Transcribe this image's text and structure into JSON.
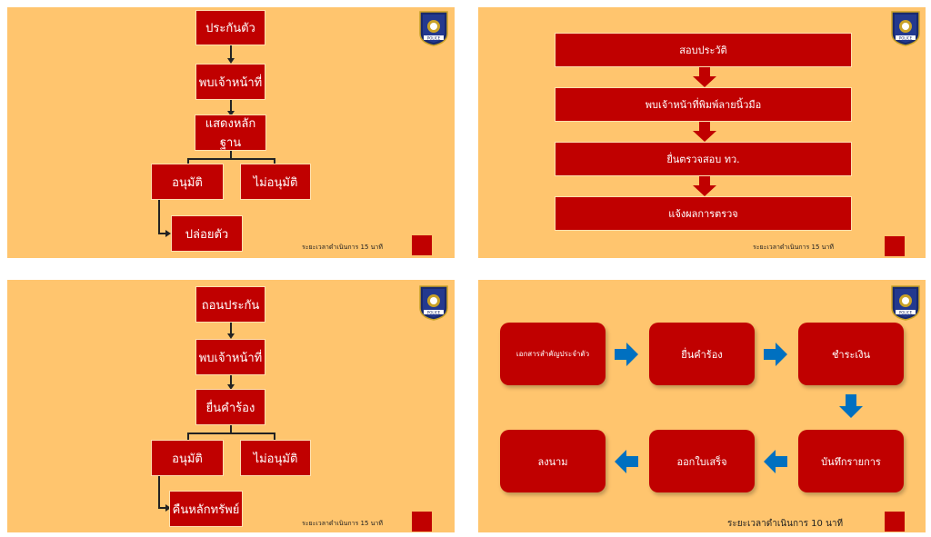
{
  "slide1": {
    "step1": "ประกันตัว",
    "step2": "พบเจ้าหน้าที่",
    "step3": "แสดงหลักฐาน",
    "approve": "อนุมัติ",
    "reject": "ไม่อนุมัติ",
    "result": "ปล่อยตัว",
    "footer": "ระยะเวลาดำเนินการ 15 นาที"
  },
  "slide2": {
    "step1": "สอบประวัติ",
    "step2": "พบเจ้าหน้าที่พิมพ์ลายนิ้วมือ",
    "step3": "ยื่นตรวจสอบ ทว.",
    "step4": "แจ้งผลการตรวจ",
    "footer": "ระยะเวลาดำเนินการ 15 นาที"
  },
  "slide3": {
    "step1": "ถอนประกัน",
    "step2": "พบเจ้าหน้าที่",
    "step3": "ยื่นคำร้อง",
    "approve": "อนุมัติ",
    "reject": "ไม่อนุมัติ",
    "result": "คืนหลักทรัพย์",
    "footer": "ระยะเวลาดำเนินการ 15 นาที"
  },
  "slide4": {
    "step1": "เอกสารสำคัญประจำตัว",
    "step2": "ยื่นคำร้อง",
    "step3": "ชำระเงิน",
    "step4": "บันทึกรายการ",
    "step5": "ออกใบเสร็จ",
    "step6": "ลงนาม",
    "footer": "ระยะเวลาดำเนินการ 10 นาที"
  },
  "logo_text": "POLICE",
  "colors": {
    "slide_bg": "#ffc56e",
    "box": "#c00000",
    "arrow_blue": "#0070c0",
    "text": "#ffffff"
  }
}
